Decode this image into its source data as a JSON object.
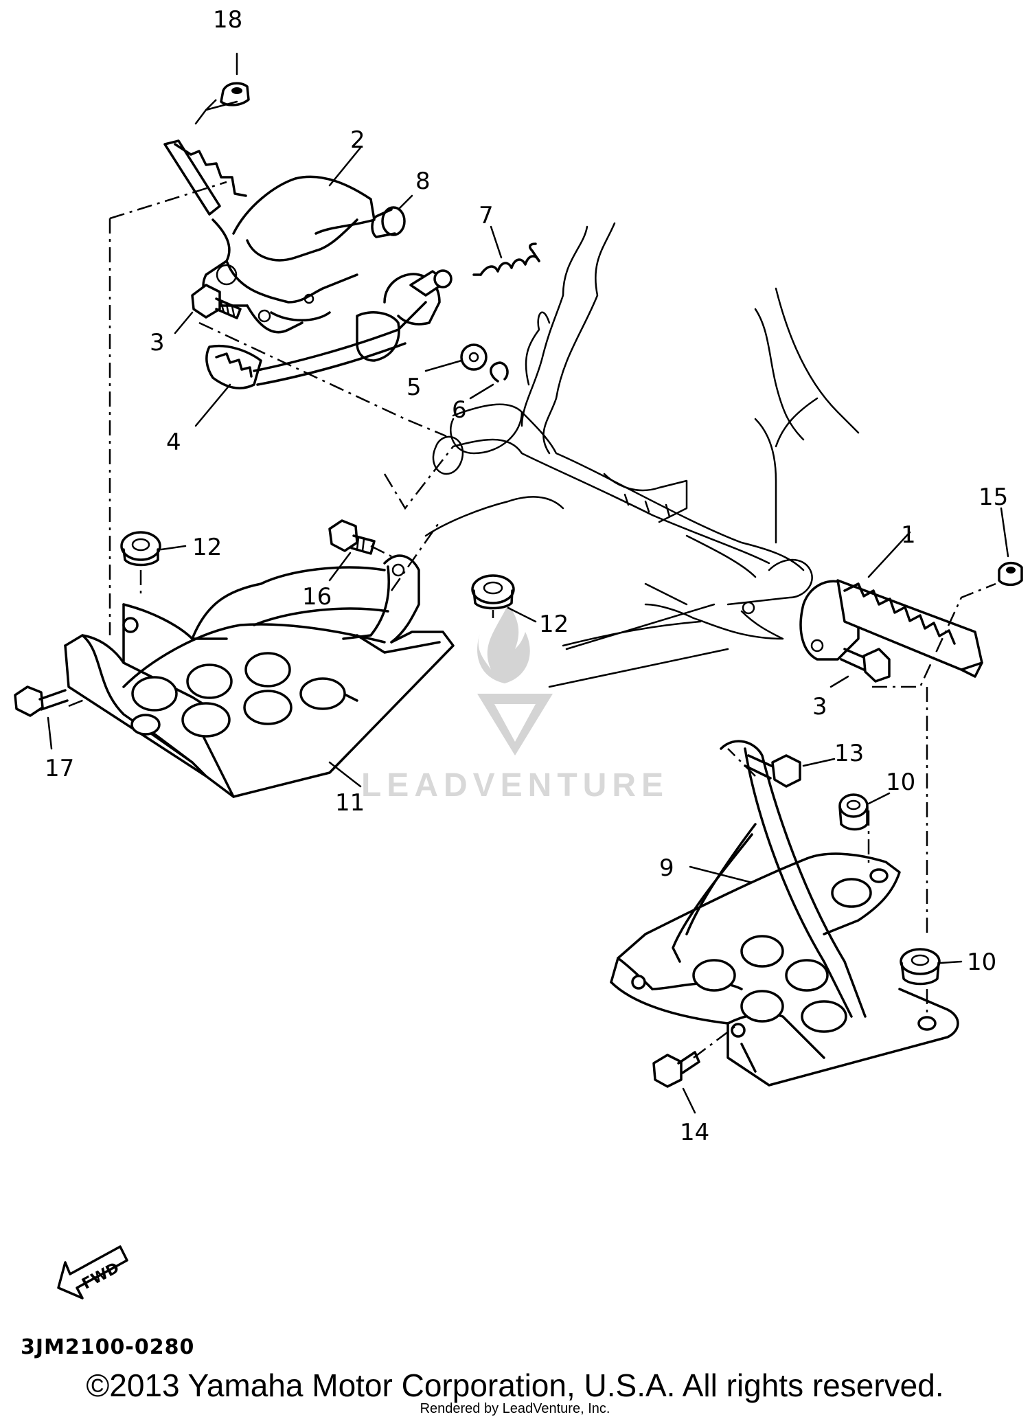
{
  "diagram": {
    "part_labels": {
      "p1": "1",
      "p2": "2",
      "p3a": "3",
      "p3b": "3",
      "p4": "4",
      "p5": "5",
      "p6": "6",
      "p7": "7",
      "p8": "8",
      "p9": "9",
      "p10a": "10",
      "p10b": "10",
      "p11": "11",
      "p12a": "12",
      "p12b": "12",
      "p13": "13",
      "p14": "14",
      "p15": "15",
      "p16": "16",
      "p17": "17",
      "p18": "18"
    },
    "fwd_arrow": "FWD",
    "drawing_code": "3JM2100-0280",
    "copyright": "©2013 Yamaha Motor Corporation, U.S.A. All rights reserved.",
    "rendered_by": "Rendered by LeadVenture, Inc.",
    "watermark": "LEADVENTURE"
  }
}
